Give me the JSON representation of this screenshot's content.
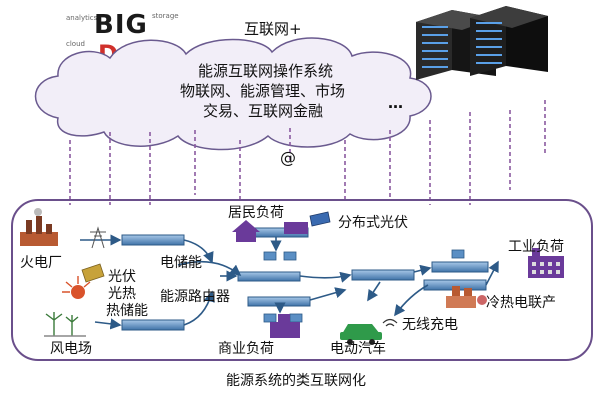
{
  "cloud": {
    "top_label": "互联网+",
    "line1": "能源互联网操作系统",
    "line2": "物联网、能源管理、市场",
    "line3": "交易、互联网金融",
    "ellipsis": "…"
  },
  "big_data": {
    "word1": "BIG",
    "word2": "DATA"
  },
  "at_symbol": "@",
  "nodes": {
    "thermal": "火电厂",
    "pv_line1": "光伏",
    "pv_line2": "光热",
    "pv_line3": "热储能",
    "wind": "风电场",
    "storage": "电储能",
    "router": "能源路由器",
    "residential": "居民负荷",
    "distributed_pv": "分布式光伏",
    "industrial": "工业负荷",
    "chp": "冷热电联产",
    "wireless": "无线充电",
    "commercial": "商业负荷",
    "ev": "电动汽车"
  },
  "caption": "能源系统的类互联网化",
  "colors": {
    "cloud_fill": "#f2eef8",
    "cloud_stroke": "#6a5a8f",
    "frame_stroke": "#6a4f8b",
    "bus_fill": "#5b8fc4",
    "bus_stroke": "#2d5a87",
    "arrow": "#2d5a87",
    "dash": "#8a5aa0",
    "building": "#6a3a9a",
    "red_icon": "#d9532b"
  }
}
